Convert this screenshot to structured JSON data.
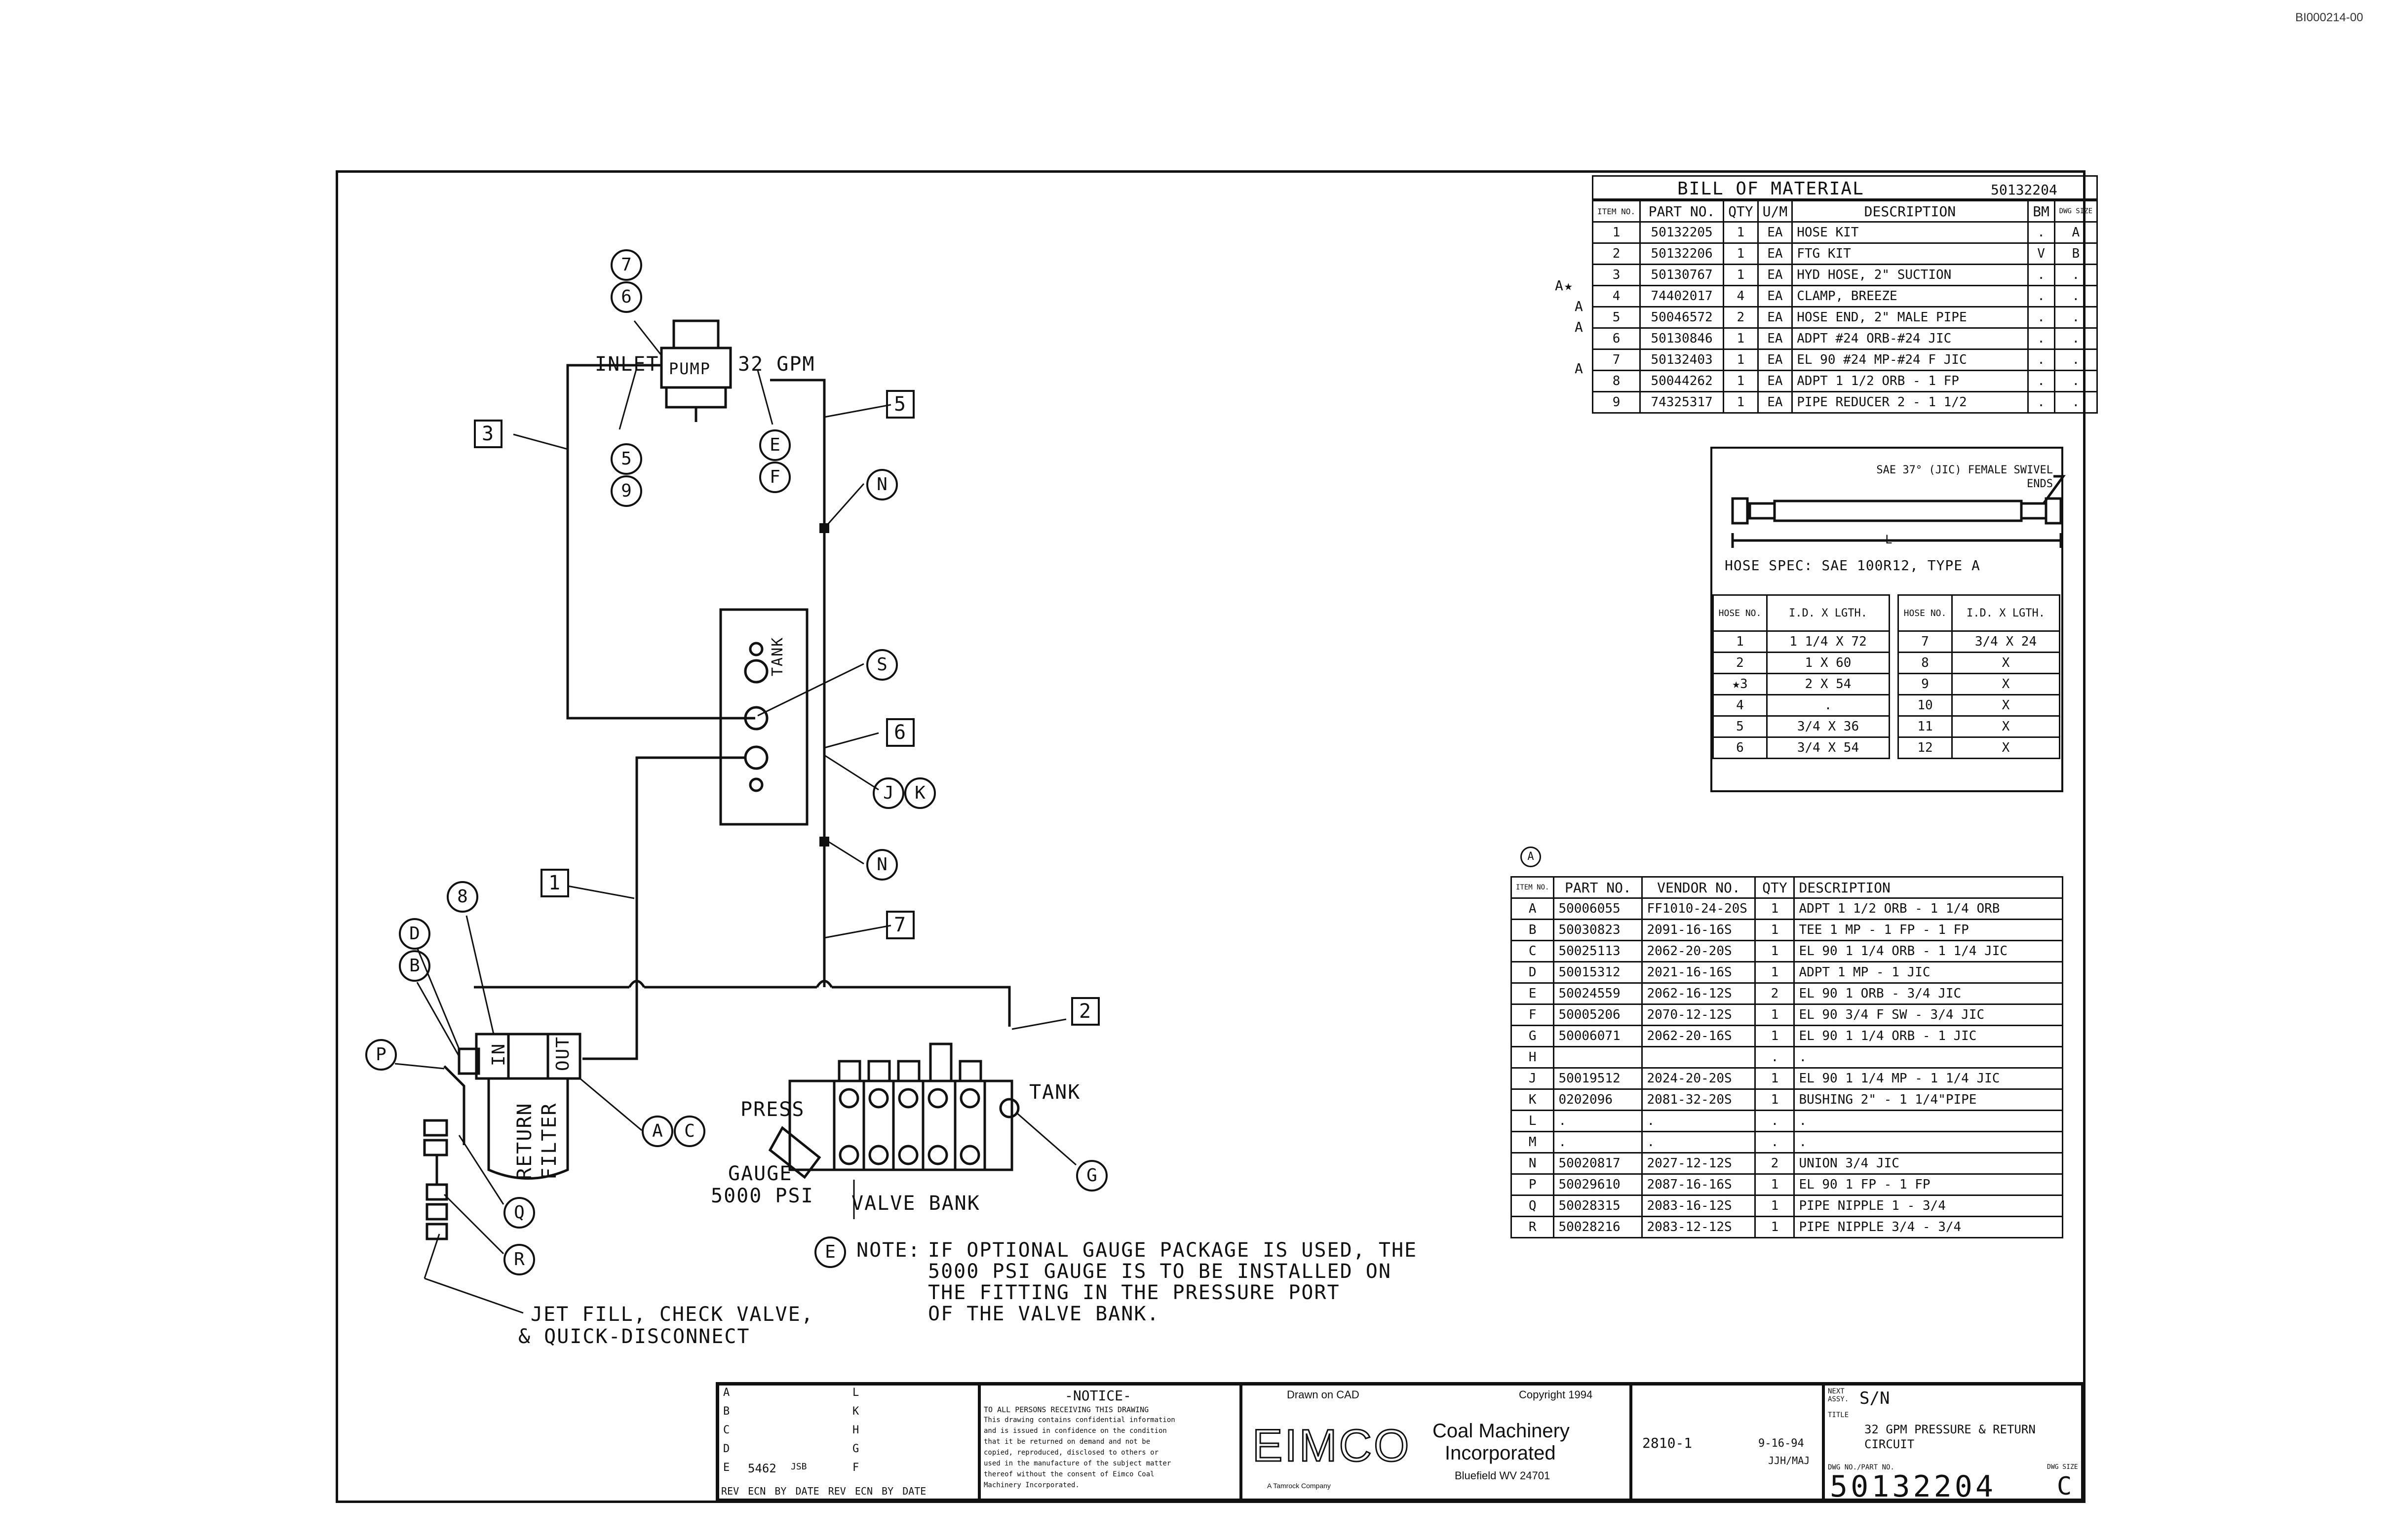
{
  "doc_id": "BI000214-00",
  "bom": {
    "title": "BILL OF MATERIAL",
    "dwg_no": "50132204",
    "headers": [
      "ITEM NO.",
      "PART NO.",
      "QTY",
      "U/M",
      "DESCRIPTION",
      "BM",
      "DWG SIZE"
    ],
    "rows": [
      [
        "1",
        "50132205",
        "1",
        "EA",
        "HOSE KIT",
        ".",
        "A"
      ],
      [
        "2",
        "50132206",
        "1",
        "EA",
        "FTG KIT",
        "V",
        "B"
      ],
      [
        "3",
        "50130767",
        "1",
        "EA",
        "HYD HOSE, 2\" SUCTION",
        ".",
        "."
      ],
      [
        "4",
        "74402017",
        "4",
        "EA",
        "CLAMP, BREEZE",
        ".",
        "."
      ],
      [
        "5",
        "50046572",
        "2",
        "EA",
        "HOSE END, 2\" MALE PIPE",
        ".",
        "."
      ],
      [
        "6",
        "50130846",
        "1",
        "EA",
        "ADPT #24 ORB-#24 JIC",
        ".",
        "."
      ],
      [
        "7",
        "50132403",
        "1",
        "EA",
        "EL 90 #24 MP-#24 F JIC",
        ".",
        "."
      ],
      [
        "8",
        "50044262",
        "1",
        "EA",
        "ADPT 1 1/2 ORB - 1 FP",
        ".",
        "."
      ],
      [
        "9",
        "74325317",
        "1",
        "EA",
        "PIPE REDUCER 2 - 1 1/2",
        ".",
        "."
      ]
    ],
    "marks": [
      "A★",
      "A",
      "A",
      "",
      "A"
    ]
  },
  "hose_spec": {
    "fitting_note": "SAE 37° (JIC) FEMALE SWIVEL ENDS",
    "length_label": "L",
    "spec": "HOSE SPEC: SAE 100R12, TYPE A",
    "headers": [
      "HOSE NO.",
      "I.D. X LGTH.",
      "HOSE NO.",
      "I.D. X LGTH."
    ],
    "rows": [
      [
        "1",
        "1 1/4 X 72",
        "7",
        "3/4 X 24"
      ],
      [
        "2",
        "1 X 60",
        "8",
        "X"
      ],
      [
        "★3",
        "2 X 54",
        "9",
        "X"
      ],
      [
        "4",
        ".",
        "10",
        "X"
      ],
      [
        "5",
        "3/4 X 36",
        "11",
        "X"
      ],
      [
        "6",
        "3/4 X 54",
        "12",
        "X"
      ]
    ]
  },
  "fitting_list": {
    "mark": "A",
    "headers": [
      "ITEM NO.",
      "PART NO.",
      "VENDOR NO.",
      "QTY",
      "DESCRIPTION"
    ],
    "rows": [
      [
        "A",
        "50006055",
        "FF1010-24-20S",
        "1",
        "ADPT 1 1/2 ORB - 1 1/4 ORB"
      ],
      [
        "B",
        "50030823",
        "2091-16-16S",
        "1",
        "TEE 1 MP - 1 FP - 1 FP"
      ],
      [
        "C",
        "50025113",
        "2062-20-20S",
        "1",
        "EL 90 1 1/4 ORB - 1 1/4 JIC"
      ],
      [
        "D",
        "50015312",
        "2021-16-16S",
        "1",
        "ADPT 1 MP - 1 JIC"
      ],
      [
        "E",
        "50024559",
        "2062-16-12S",
        "2",
        "EL 90 1 ORB - 3/4 JIC"
      ],
      [
        "F",
        "50005206",
        "2070-12-12S",
        "1",
        "EL 90 3/4 F SW - 3/4 JIC"
      ],
      [
        "G",
        "50006071",
        "2062-20-16S",
        "1",
        "EL 90 1 1/4 ORB - 1 JIC"
      ],
      [
        "H",
        "",
        "",
        ".",
        "."
      ],
      [
        "J",
        "50019512",
        "2024-20-20S",
        "1",
        "EL 90 1 1/4 MP - 1 1/4 JIC"
      ],
      [
        "K",
        "0202096",
        "2081-32-20S",
        "1",
        "BUSHING 2\" - 1 1/4\"PIPE"
      ],
      [
        "L",
        ".",
        ".",
        ".",
        "."
      ],
      [
        "M",
        ".",
        ".",
        ".",
        "."
      ],
      [
        "N",
        "50020817",
        "2027-12-12S",
        "2",
        "UNION 3/4 JIC"
      ],
      [
        "P",
        "50029610",
        "2087-16-16S",
        "1",
        "EL 90 1 FP - 1 FP"
      ],
      [
        "Q",
        "50028315",
        "2083-16-12S",
        "1",
        "PIPE NIPPLE 1 - 3/4"
      ],
      [
        "R",
        "50028216",
        "2083-12-12S",
        "1",
        "PIPE NIPPLE 3/4 - 3/4"
      ]
    ]
  },
  "schematic": {
    "inlet": "INLET",
    "pump": "PUMP",
    "gpm": "32 GPM",
    "tank_vertical": "TANK",
    "tank": "TANK",
    "in": "IN",
    "out": "OUT",
    "return_filter_1": "RETURN",
    "return_filter_2": "FILTER",
    "press": "PRESS",
    "gauge": "GAUGE",
    "gauge_psi": "5000 PSI",
    "valve_bank": "VALVE BANK",
    "jet_fill_1": "JET FILL, CHECK VALVE,",
    "jet_fill_2": "& QUICK-DISCONNECT",
    "note_label": "NOTE:",
    "note_1": "IF OPTIONAL GAUGE PACKAGE IS USED, THE",
    "note_2": "5000 PSI GAUGE IS TO BE INSTALLED ON",
    "note_3": "THE FITTING IN THE PRESSURE PORT",
    "note_4": "OF THE VALVE BANK.",
    "box_labels": [
      "3",
      "5",
      "6",
      "1",
      "7",
      "2"
    ],
    "circle_labels": [
      "7",
      "6",
      "5",
      "9",
      "E",
      "F",
      "N",
      "S",
      "J",
      "K",
      "N",
      "8",
      "D",
      "B",
      "P",
      "Q",
      "R",
      "A",
      "C",
      "G",
      "E"
    ]
  },
  "title_block": {
    "rev_marks": [
      "A",
      "B",
      "C",
      "D",
      "E"
    ],
    "rev_marks_2": [
      "L",
      "K",
      "H",
      "G",
      "F"
    ],
    "rev_entry_no": "5462",
    "rev_entry_by": "JSB",
    "rev_headers": [
      "REV",
      "ECN",
      "BY",
      "DATE",
      "REV",
      "ECN",
      "BY",
      "DATE"
    ],
    "notice_title": "-NOTICE-",
    "notice_1": "TO ALL PERSONS RECEIVING THIS DRAWING",
    "notice_2": "This drawing contains confidential information",
    "notice_3": "and is issued in confidence on the condition",
    "notice_4": "that it be returned on demand and not be",
    "notice_5": "copied, reproduced, disclosed to others or",
    "notice_6": "used in the manufacture of the subject matter",
    "notice_7": "thereof without the consent of Eimco Coal",
    "notice_8": "Machinery Incorporated.",
    "drawn_on": "Drawn on CAD",
    "copyright": "Copyright 1994",
    "logo": "EIMCO",
    "company_1": "Coal Machinery",
    "company_2": "Incorporated",
    "city": "Bluefield WV 24701",
    "tagline": "A Tamrock Company",
    "model": "2810-1",
    "date": "9-16-94",
    "drawn_by": "JJH/MAJ",
    "next_assy_label": "NEXT ASSY.",
    "next_assy": "S/N",
    "title_label": "TITLE",
    "title_1": "32 GPM PRESSURE & RETURN",
    "title_2": "CIRCUIT",
    "dwg_no_label": "DWG NO./PART NO.",
    "dwg_no": "50132204",
    "size_label": "DWG SIZE",
    "size": "C"
  },
  "colors": {
    "ink": "#111111",
    "paper": "#ffffff"
  }
}
